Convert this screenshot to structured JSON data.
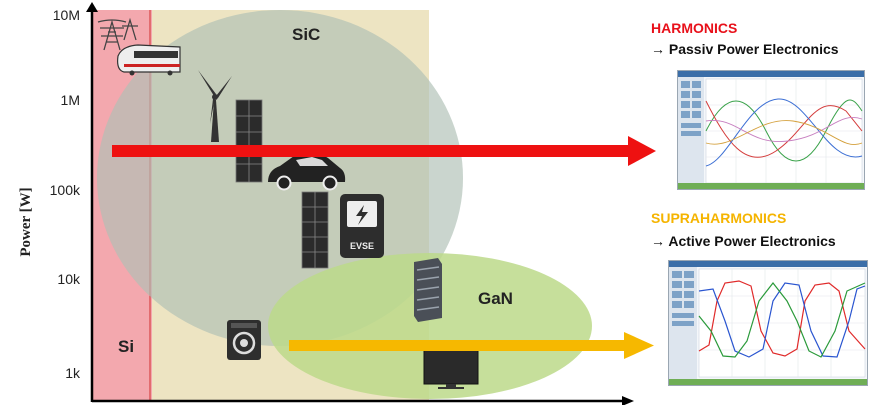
{
  "chart_data": {
    "type": "diagram",
    "ylabel": "Power [W]",
    "y_ticks": [
      "1k",
      "10k",
      "100k",
      "1M",
      "10M"
    ],
    "regions": [
      {
        "label": "Si",
        "color": "#e8848c"
      },
      {
        "label": "SiC",
        "color": "#c6d9a5"
      },
      {
        "label": "GaN",
        "color": "#bcd88c"
      }
    ],
    "device_icons": [
      "power-grid-pylon-icon",
      "train-icon",
      "wind-turbine-icon",
      "solar-panel-icon",
      "electric-car-icon",
      "solar-panel-icon",
      "ev-charger-icon",
      "server-rack-icon",
      "washing-machine-icon",
      "television-icon"
    ],
    "evse_label": "EVSE"
  },
  "colors": {
    "harmonics": "#e8101a",
    "supraharmonics": "#f5b400",
    "arrow_red": "#ee1111",
    "arrow_yellow": "#f6b800"
  },
  "harmonics": {
    "title": "HARMONICS",
    "subtitle": "→ Passiv Power Electronics"
  },
  "supraharmonics": {
    "title": "SUPRAHARMONICS",
    "subtitle": "→ Active Power Electronics"
  }
}
